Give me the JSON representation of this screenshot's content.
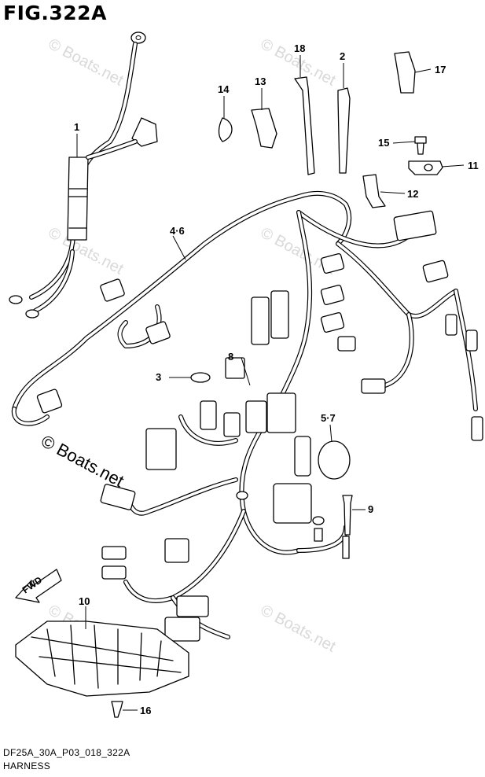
{
  "figure": {
    "title": "FIG.322A",
    "code": "DF25A_30A_P03_018_322A",
    "caption": "HARNESS"
  },
  "watermark": {
    "main": "© Boats.net",
    "faint": "© Boats.net"
  },
  "direction_label": "FWD",
  "callouts": [
    {
      "id": "c1",
      "label": "1"
    },
    {
      "id": "c2",
      "label": "2"
    },
    {
      "id": "c3",
      "label": "3"
    },
    {
      "id": "c46",
      "label": "4·6"
    },
    {
      "id": "c57",
      "label": "5·7"
    },
    {
      "id": "c8",
      "label": "8"
    },
    {
      "id": "c9",
      "label": "9"
    },
    {
      "id": "c10",
      "label": "10"
    },
    {
      "id": "c11",
      "label": "11"
    },
    {
      "id": "c12",
      "label": "12"
    },
    {
      "id": "c13",
      "label": "13"
    },
    {
      "id": "c14",
      "label": "14"
    },
    {
      "id": "c15",
      "label": "15"
    },
    {
      "id": "c16",
      "label": "16"
    },
    {
      "id": "c17",
      "label": "17"
    },
    {
      "id": "c18",
      "label": "18"
    }
  ]
}
